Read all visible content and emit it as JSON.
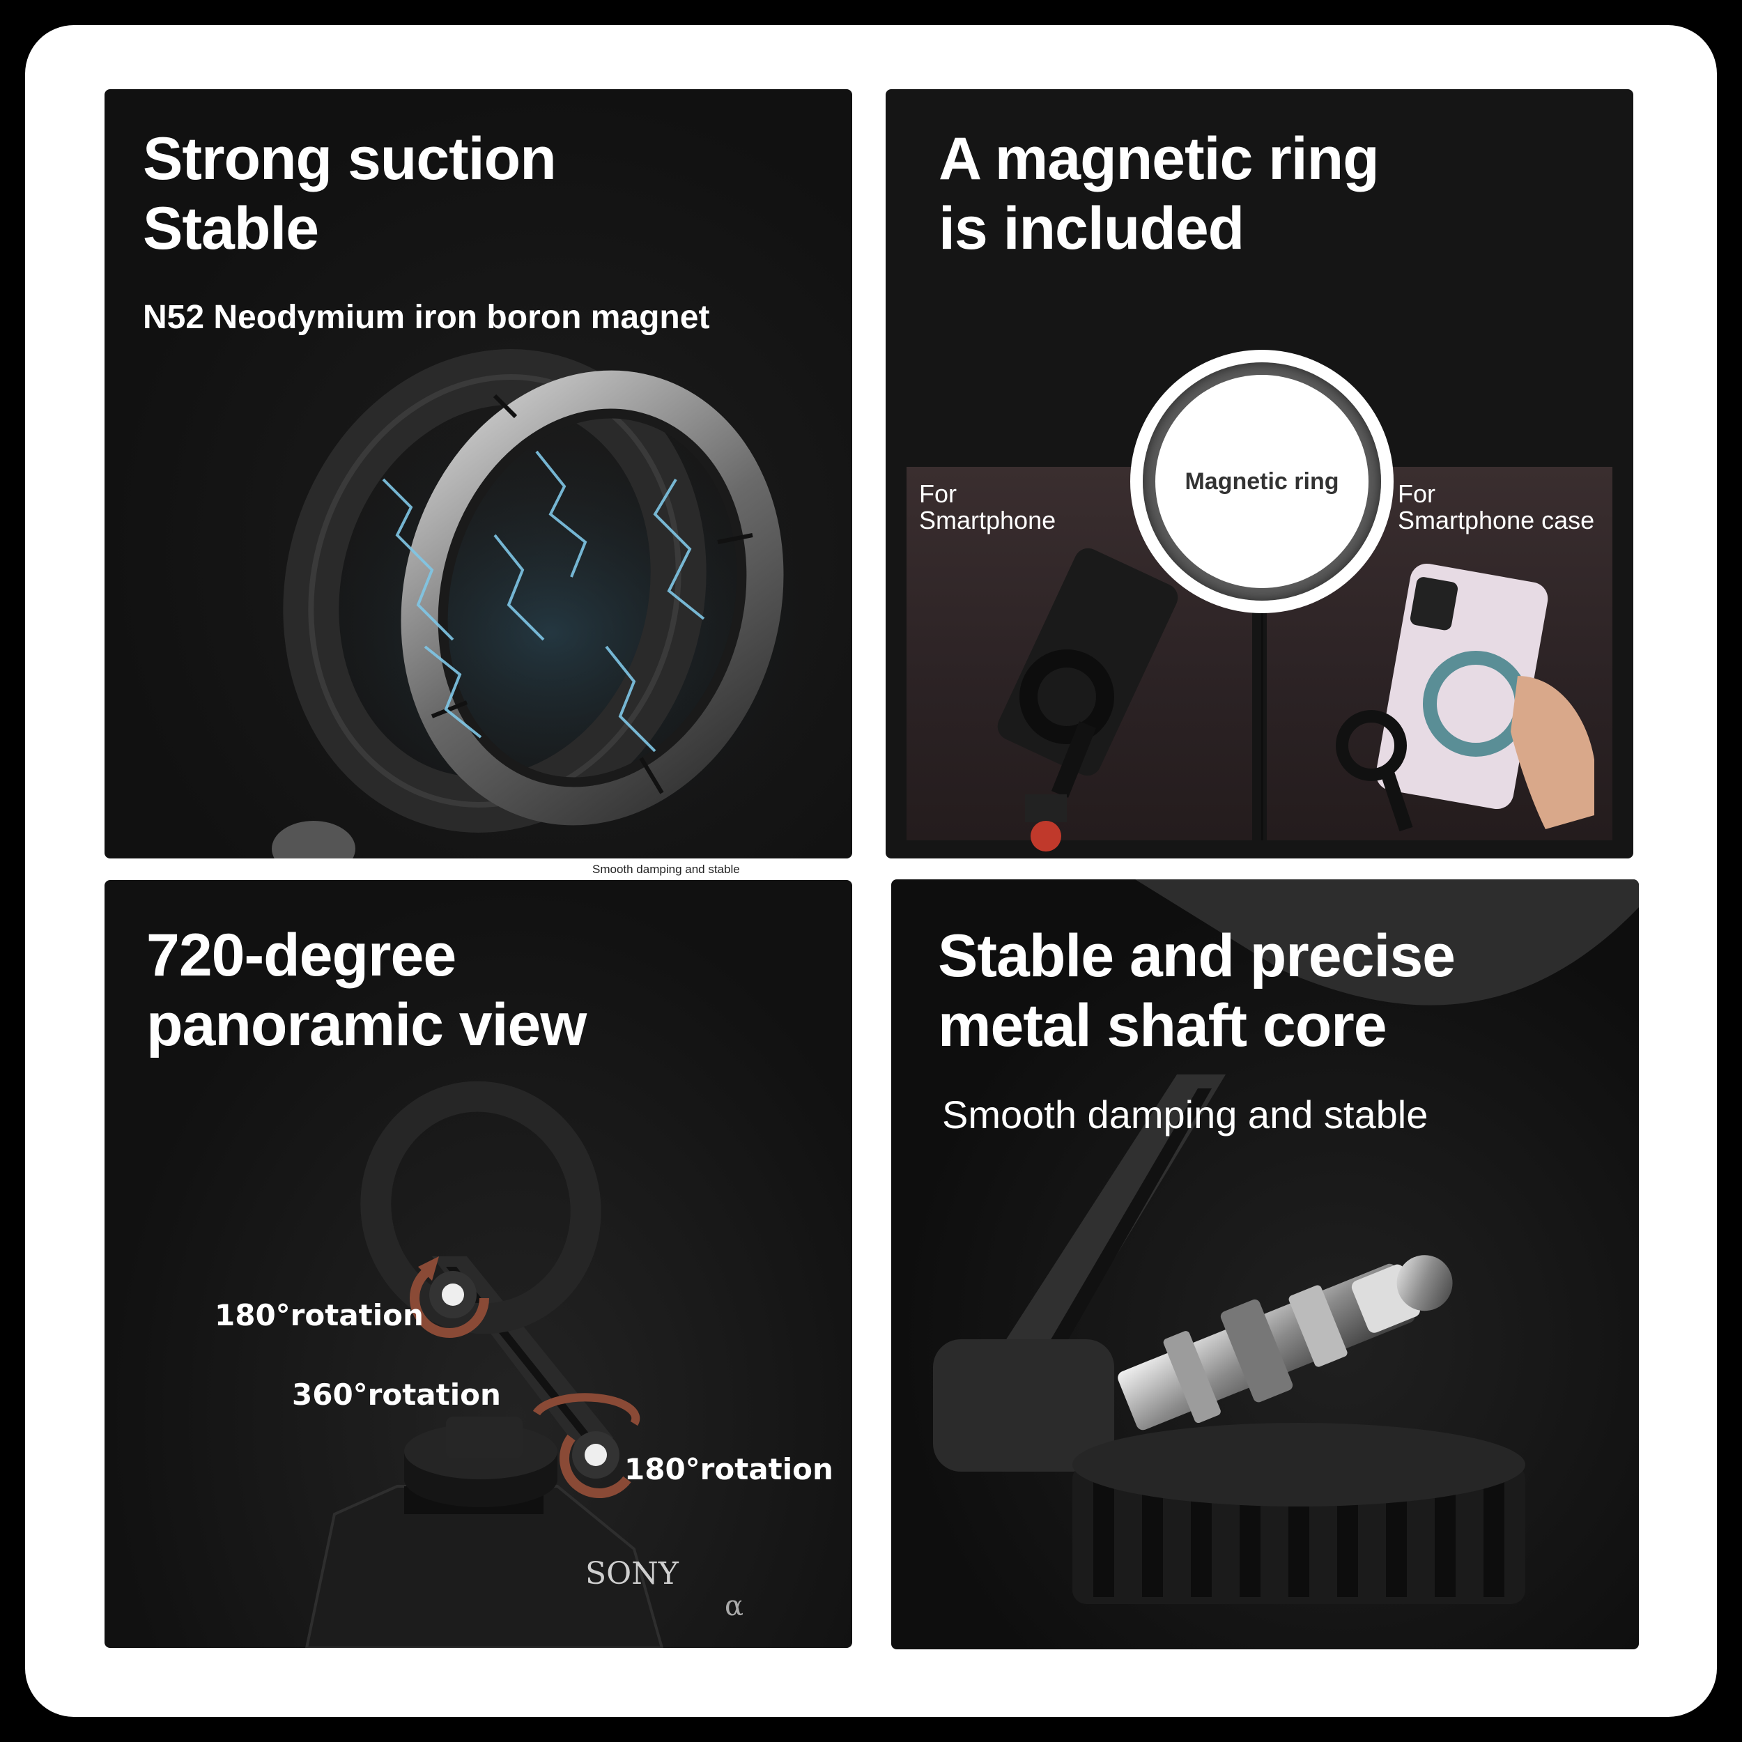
{
  "panels": {
    "suction": {
      "title_line1": "Strong suction",
      "title_line2": "Stable",
      "subtitle": "N52 Neodymium iron boron magnet"
    },
    "ring": {
      "title_line1": "A magnetic ring",
      "title_line2": "is included",
      "badge_label": "Magnetic ring",
      "left_label_line1": "For",
      "left_label_line2": "Smartphone",
      "right_label_line1": "For",
      "right_label_line2": "Smartphone case"
    },
    "panoramic": {
      "caption": "Smooth damping and stable",
      "title_line1": "720-degree",
      "title_line2": "panoramic view",
      "rotation_top": "180°rotation",
      "rotation_middle": "360°rotation",
      "rotation_bottom": "180°rotation",
      "camera_brand": "SONY",
      "camera_badge": "α"
    },
    "shaft": {
      "title_line1": "Stable and precise",
      "title_line2": "metal shaft core",
      "subtitle": "Smooth damping and stable"
    }
  },
  "colors": {
    "background": "#000000",
    "frame": "#ffffff",
    "panel": "#141414",
    "arrow": "#8a4a36",
    "lightning": "#7fc6e6"
  }
}
